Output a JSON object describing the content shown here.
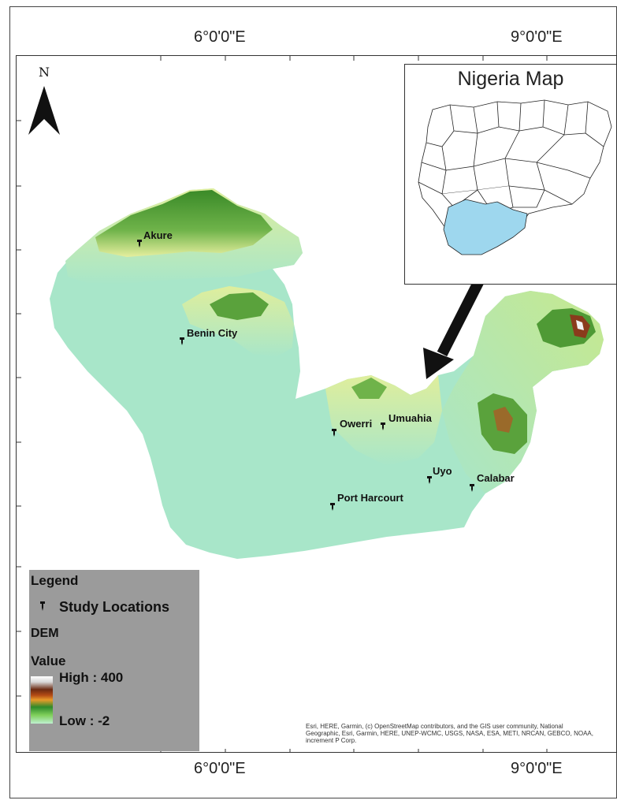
{
  "coords": {
    "top_left": "6°0'0\"E",
    "top_right": "9°0'0\"E",
    "bottom_left": "6°0'0\"E",
    "bottom_right": "9°0'0\"E"
  },
  "north_label": "N",
  "inset": {
    "title": "Nigeria Map"
  },
  "cities": [
    {
      "name": "Akure"
    },
    {
      "name": "Benin City"
    },
    {
      "name": "Owerri"
    },
    {
      "name": "Umuahia"
    },
    {
      "name": "Uyo"
    },
    {
      "name": "Calabar"
    },
    {
      "name": "Port Harcourt"
    }
  ],
  "legend": {
    "title": "Legend",
    "study_locations": "Study Locations",
    "dem": "DEM",
    "value": "Value",
    "high": "High : 400",
    "low": "Low : -2"
  },
  "credits": "Esri, HERE, Garmin, (c) OpenStreetMap contributors, and the GIS user community, National Geographic, Esri, Garmin, HERE, UNEP-WCMC, USGS, NASA, ESA, METI, NRCAN, GEBCO, NOAA, increment P Corp.",
  "colors": {
    "lowland": "#a8e6c9",
    "midland": "#eef0a8",
    "highland": "#3f8f2a",
    "peak": "#8a3b1c",
    "inset_highlight": "#9ed7ee"
  }
}
